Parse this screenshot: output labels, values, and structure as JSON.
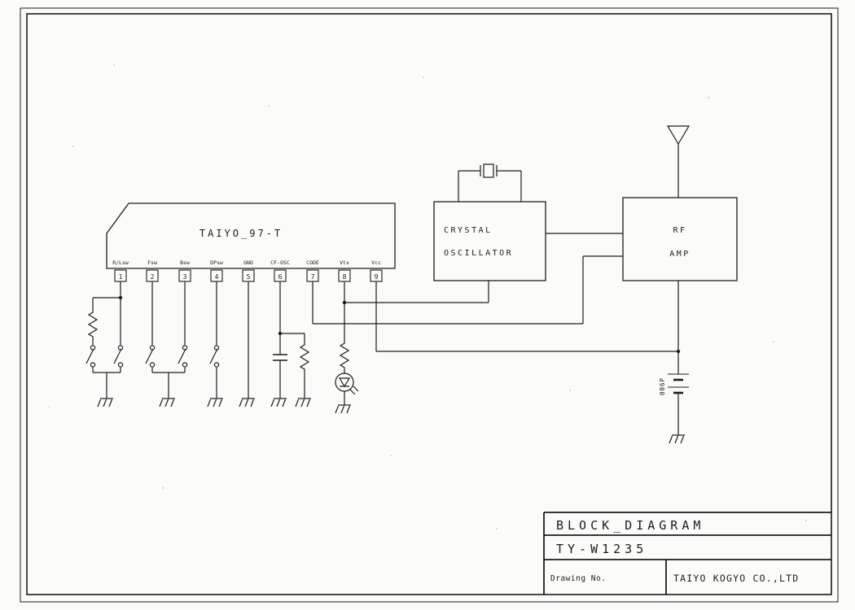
{
  "diagram": {
    "ic": {
      "label": "TAIYO_97-T",
      "pins": [
        {
          "num": "1",
          "label": "R/Lsw"
        },
        {
          "num": "2",
          "label": "Fsw"
        },
        {
          "num": "3",
          "label": "Bsw"
        },
        {
          "num": "4",
          "label": "DPsw"
        },
        {
          "num": "5",
          "label": "GND"
        },
        {
          "num": "6",
          "label": "CF-OSC"
        },
        {
          "num": "7",
          "label": "CODE"
        },
        {
          "num": "8",
          "label": "Vtx"
        },
        {
          "num": "9",
          "label": "Vcc"
        }
      ]
    },
    "crystal_oscillator": {
      "line1": "CRYSTAL",
      "line2": "OSCILLATOR"
    },
    "rf_amp": {
      "line1": "RF",
      "line2": "AMP"
    },
    "battery_label": "006P"
  },
  "title_block": {
    "title": "BLOCK_DIAGRAM",
    "model": "TY-W1235",
    "drawing_no_label": "Drawing No.",
    "company": "TAIYO KOGYO CO.,LTD"
  },
  "colors": {
    "ink": "#1c1c1c",
    "paper": "#fbfbf9"
  }
}
